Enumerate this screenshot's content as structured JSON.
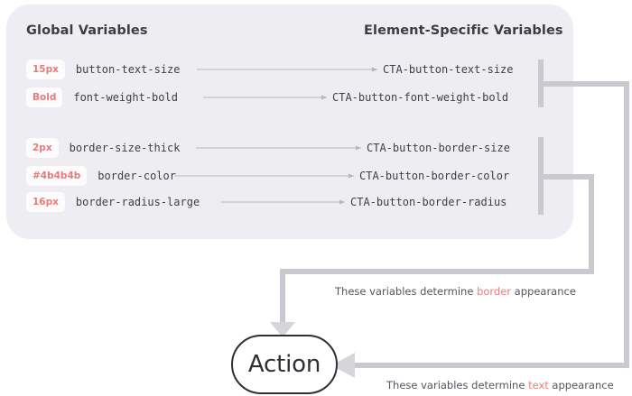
{
  "diagram": {
    "title_global": "Global Variables",
    "title_element": "Element-Specific Variables",
    "action_label": "Action",
    "colors": {
      "panel_bg": "#eeeef2",
      "chip_bg": "#fdfbfb",
      "chip_text": "#e77b7b",
      "mono_text": "#3e3e48",
      "heading_text": "#3c3c46",
      "wire_gray": "#c9c9cf",
      "thin_arrow": "#b6b6bf",
      "pill_border": "#2f2f35",
      "highlight": "#e7807f"
    },
    "text_group": {
      "rows": [
        {
          "value": "15px",
          "global": "button-text-size",
          "element": "CTA-button-text-size"
        },
        {
          "value": "Bold",
          "global": "font-weight-bold",
          "element": "CTA-button-font-weight-bold"
        }
      ],
      "caption_prefix": "These variables determine ",
      "caption_highlight": "text",
      "caption_suffix": " appearance"
    },
    "border_group": {
      "rows": [
        {
          "value": "2px",
          "global": "border-size-thick",
          "element": "CTA-button-border-size"
        },
        {
          "value": "#4b4b4b",
          "global": "border-color",
          "element": "CTA-button-border-color"
        },
        {
          "value": "16px",
          "global": "border-radius-large",
          "element": "CTA-button-border-radius"
        }
      ],
      "caption_prefix": "These variables determine ",
      "caption_highlight": "border",
      "caption_suffix": " appearance"
    }
  }
}
